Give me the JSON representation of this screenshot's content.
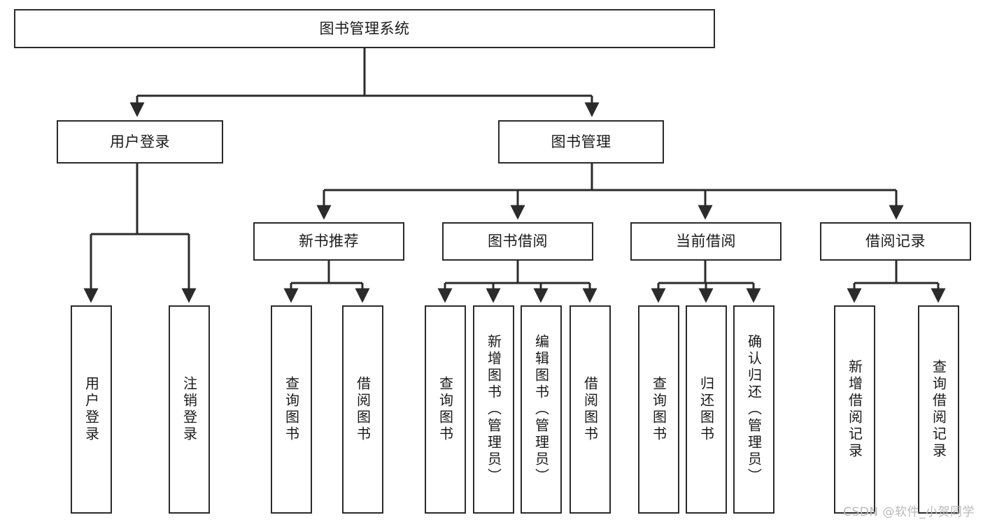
{
  "diagram": {
    "title": "图书管理系统",
    "type": "tree-hierarchy-flowchart",
    "root": {
      "id": "root",
      "label": "图书管理系统"
    },
    "level2": [
      {
        "id": "user-login",
        "label": "用户登录"
      },
      {
        "id": "book-management",
        "label": "图书管理"
      }
    ],
    "level3": [
      {
        "id": "new-book-recommend",
        "label": "新书推荐",
        "parent": "book-management"
      },
      {
        "id": "book-borrow",
        "label": "图书借阅",
        "parent": "book-management"
      },
      {
        "id": "current-borrow",
        "label": "当前借阅",
        "parent": "book-management"
      },
      {
        "id": "borrow-record",
        "label": "借阅记录",
        "parent": "book-management"
      }
    ],
    "leaves": [
      {
        "id": "leaf-user-login",
        "label": "用户登录",
        "parent": "user-login"
      },
      {
        "id": "leaf-user-logout",
        "label": "注销登录",
        "parent": "user-login"
      },
      {
        "id": "leaf-query-book-1",
        "label": "查询图书",
        "parent": "new-book-recommend"
      },
      {
        "id": "leaf-borrow-book-1",
        "label": "借阅图书",
        "parent": "new-book-recommend"
      },
      {
        "id": "leaf-query-book-2",
        "label": "查询图书",
        "parent": "book-borrow"
      },
      {
        "id": "leaf-add-book",
        "label": "新增图书（管理员）",
        "parent": "book-borrow"
      },
      {
        "id": "leaf-edit-book",
        "label": "编辑图书（管理员）",
        "parent": "book-borrow"
      },
      {
        "id": "leaf-borrow-book-2",
        "label": "借阅图书",
        "parent": "book-borrow"
      },
      {
        "id": "leaf-query-book-3",
        "label": "查询图书",
        "parent": "current-borrow"
      },
      {
        "id": "leaf-return-book",
        "label": "归还图书",
        "parent": "current-borrow"
      },
      {
        "id": "leaf-confirm-return",
        "label": "确认归还（管理员）",
        "parent": "current-borrow"
      },
      {
        "id": "leaf-add-record",
        "label": "新增借阅记录",
        "parent": "borrow-record"
      },
      {
        "id": "leaf-query-record",
        "label": "查询借阅记录",
        "parent": "borrow-record"
      }
    ],
    "colors": {
      "stroke": "#2b2b2b",
      "fill": "#ffffff",
      "text": "#1a1a1a",
      "watermark": "#b9b9b9"
    }
  },
  "watermark": {
    "text": "CSDN @软件_小贺同学"
  }
}
